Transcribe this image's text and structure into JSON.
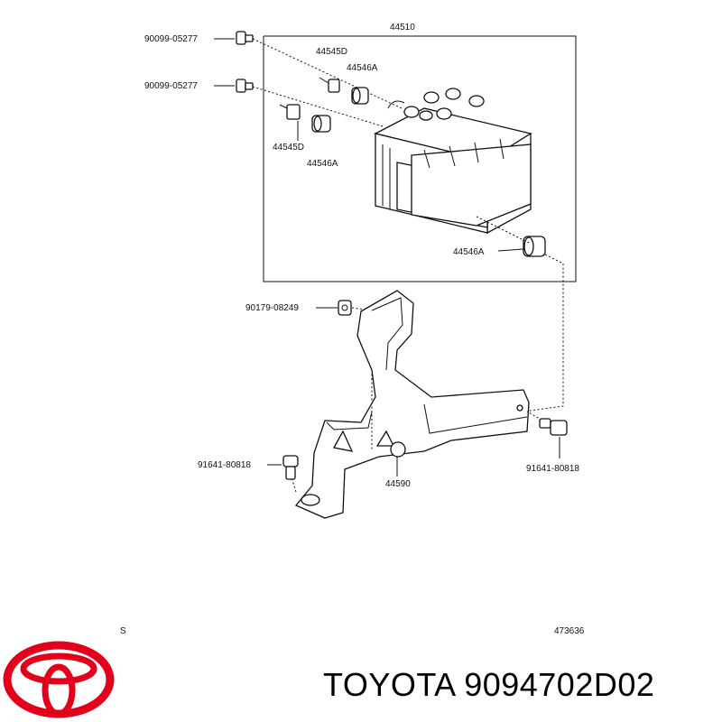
{
  "diagram": {
    "assembly_label": "44510",
    "labels": {
      "bolt_top_1": "90099-05277",
      "bolt_top_2": "90099-05277",
      "stud_upper": "44545D",
      "grommet_upper": "44546A",
      "stud_lower": "44545D",
      "grommet_lower": "44546A",
      "grommet_side": "44546A",
      "nut": "90179-08249",
      "bolt_left": "91641-80818",
      "bolt_right": "91641-80818",
      "bracket": "44590"
    },
    "footer_left": "S",
    "footer_right": "473636"
  },
  "brand": {
    "caption": "TOYOTA 9094702D02",
    "logo_color": "#e2001a"
  }
}
